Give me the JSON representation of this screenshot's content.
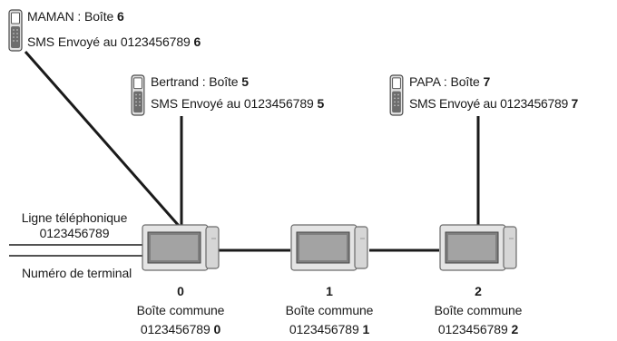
{
  "handsets": [
    {
      "name": "MAMAN",
      "box_label": "Boîte",
      "box_num": "6",
      "sms_text": "SMS Envoyé au 0123456789",
      "sms_num": "6"
    },
    {
      "name": "Bertrand",
      "box_label": "Boîte",
      "box_num": "5",
      "sms_text": "SMS Envoyé au 0123456789",
      "sms_num": "5"
    },
    {
      "name": "PAPA",
      "box_label": "Boîte",
      "box_num": "7",
      "sms_text": "SMS Envoyé au 0123456789",
      "sms_num": "7"
    }
  ],
  "separator": " : ",
  "phone_line": {
    "label": "Ligne téléphonique",
    "number": "0123456789"
  },
  "terminal_label": "Numéro de terminal",
  "monitors": [
    {
      "index": "0",
      "box_label": "Boîte commune",
      "number": "0123456789",
      "suffix": "0"
    },
    {
      "index": "1",
      "box_label": "Boîte commune",
      "number": "0123456789",
      "suffix": "1"
    },
    {
      "index": "2",
      "box_label": "Boîte commune",
      "number": "0123456789",
      "suffix": "2"
    }
  ]
}
